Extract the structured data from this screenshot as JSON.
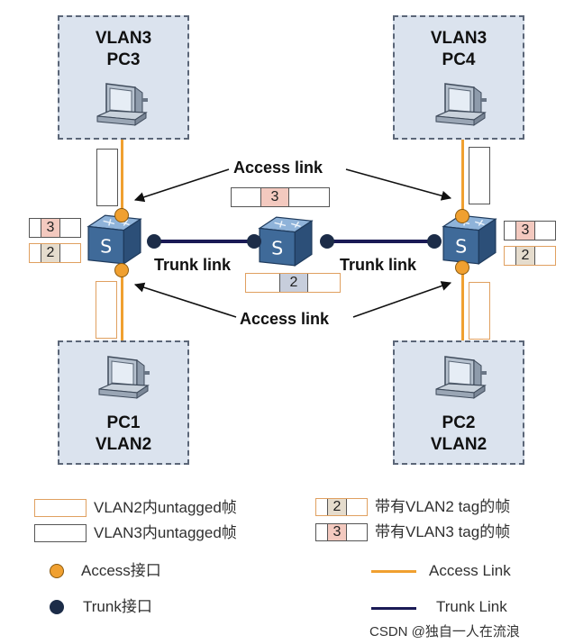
{
  "pcs": {
    "pc3": {
      "vlan": "VLAN3",
      "name": "PC3"
    },
    "pc4": {
      "vlan": "VLAN3",
      "name": "PC4"
    },
    "pc1": {
      "name": "PC1",
      "vlan": "VLAN2"
    },
    "pc2": {
      "name": "PC2",
      "vlan": "VLAN2"
    }
  },
  "switch_symbol": "S",
  "links": {
    "access_top": "Access link",
    "access_bottom": "Access link",
    "trunk_left": "Trunk link",
    "trunk_right": "Trunk link"
  },
  "tags": {
    "top_center": "3",
    "bottom_center": "2",
    "left_vlan3": "3",
    "left_vlan2": "2",
    "right_vlan3": "3",
    "right_vlan2": "2"
  },
  "legend": {
    "untagged_vlan2": "VLAN2内untagged帧",
    "untagged_vlan3": "VLAN3内untagged帧",
    "tagged_vlan2_num": "2",
    "tagged_vlan2": "带有VLAN2 tag的帧",
    "tagged_vlan3_num": "3",
    "tagged_vlan3": "带有VLAN3 tag的帧",
    "access_port": "Access接口",
    "trunk_port": "Trunk接口",
    "access_link": "Access Link",
    "trunk_link": "Trunk Link"
  },
  "watermark": "CSDN @独自一人在流浪",
  "colors": {
    "access": "#f0a030",
    "trunk": "#1a1a55",
    "pc_box_bg": "#dbe3ee",
    "switch": "#4a6fa0"
  }
}
